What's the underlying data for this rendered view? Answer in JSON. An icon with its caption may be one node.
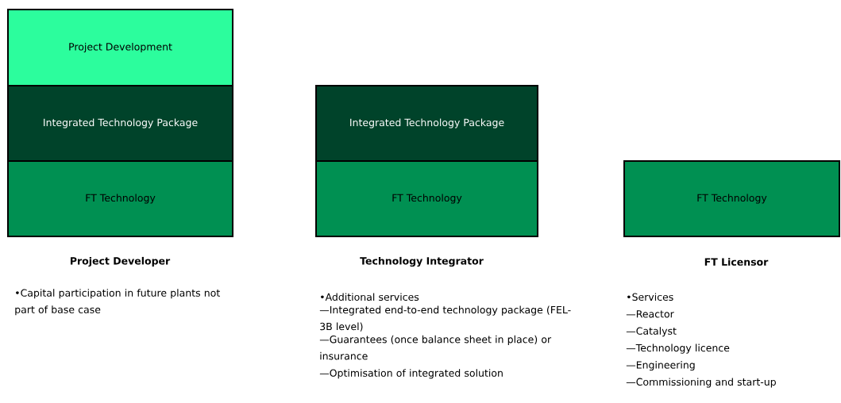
{
  "diagram": {
    "nodes": [
      {
        "text": [
          "Project Development"
        ]
      },
      {
        "text": [
          "Integrated Technology Package"
        ]
      },
      {
        "text": [
          "FT Technology"
        ]
      },
      {
        "text": [
          "Integrated Technology Package"
        ]
      },
      {
        "text": [
          "FT Technology"
        ]
      },
      {
        "text": [
          "FT Technology"
        ]
      }
    ],
    "labels": [
      "Project Developer",
      "•Capital participation in future plants not part of base case",
      "Technology Integrator",
      "•Additional services",
      "—Integrated end-to-end technology package (FEL-3B level)",
      "—Guarantees (once balance sheet in place) or insurance",
      "—Optimisation of integrated solution",
      "FT Licensor",
      "•Services",
      "—Reactor",
      "—Catalyst",
      "—Technology licence",
      "—Engineering",
      "—Commissioning and start-up"
    ]
  }
}
